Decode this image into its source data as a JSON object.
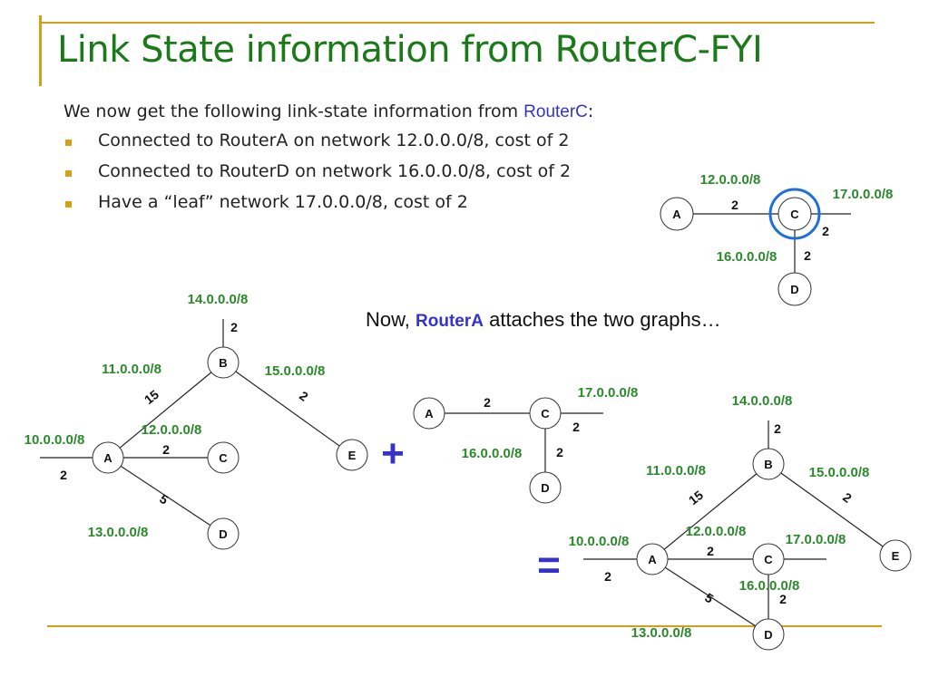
{
  "slide": {
    "title": "Link State information from RouterC-FYI",
    "intro_prefix": "We now get the following link-state information from ",
    "intro_router": "RouterC",
    "intro_suffix": ":",
    "bullets": [
      "Connected to RouterA on network 12.0.0.0/8, cost of 2",
      "Connected to RouterD on network 16.0.0.0/8, cost of 2",
      "Have a “leaf” network 17.0.0.0/8, cost of 2"
    ],
    "now_prefix": "Now, ",
    "now_router": "RouterA",
    "now_suffix": " attaches the two graphs…",
    "plus": "+",
    "equals": "="
  },
  "colors": {
    "title": "#1a7a1a",
    "network": "#2a8a2a",
    "router_highlight": "#3333cc",
    "rule": "#d4a017",
    "highlight_ring": "#1e6fd9"
  },
  "diagrams": {
    "routerc_info": {
      "nodes": [
        "A",
        "C",
        "D"
      ],
      "networks": [
        "12.0.0.0/8",
        "17.0.0.0/8",
        "16.0.0.0/8"
      ],
      "costs": [
        "2",
        "2",
        "2"
      ]
    },
    "left_graph": {
      "nodes": [
        "B",
        "A",
        "C",
        "E",
        "D"
      ],
      "networks": [
        "14.0.0.0/8",
        "11.0.0.0/8",
        "15.0.0.0/8",
        "10.0.0.0/8",
        "12.0.0.0/8",
        "13.0.0.0/8"
      ],
      "costs": [
        "2",
        "15",
        "2",
        "2",
        "2",
        "5"
      ]
    },
    "middle_graph": {
      "nodes": [
        "A",
        "C",
        "D"
      ],
      "networks": [
        "17.0.0.0/8",
        "16.0.0.0/8"
      ],
      "costs": [
        "2",
        "2",
        "2"
      ]
    },
    "merged_graph": {
      "nodes": [
        "B",
        "A",
        "C",
        "E",
        "D"
      ],
      "networks": [
        "14.0.0.0/8",
        "11.0.0.0/8",
        "15.0.0.0/8",
        "10.0.0.0/8",
        "12.0.0.0/8",
        "17.0.0.0/8",
        "16.0.0.0/8",
        "13.0.0.0/8"
      ],
      "costs": [
        "2",
        "15",
        "2",
        "2",
        "2",
        "2",
        "5"
      ]
    }
  }
}
